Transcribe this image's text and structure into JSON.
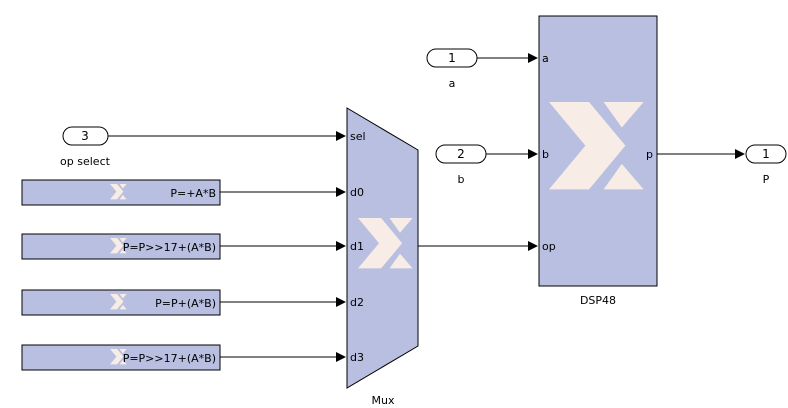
{
  "inports": [
    {
      "number": "1",
      "label": "a"
    },
    {
      "number": "2",
      "label": "b"
    },
    {
      "number": "3",
      "label": "op select"
    }
  ],
  "outports": [
    {
      "number": "1",
      "label": "P"
    }
  ],
  "constants": [
    {
      "text": "P=+A*B"
    },
    {
      "text": "P=P>>17+(A*B)"
    },
    {
      "text": "P=P+(A*B)"
    },
    {
      "text": "P=P>>17+(A*B)"
    }
  ],
  "mux": {
    "name": "Mux",
    "ports": [
      "sel",
      "d0",
      "d1",
      "d2",
      "d3"
    ]
  },
  "dsp": {
    "name": "DSP48",
    "in_ports": [
      "a",
      "b",
      "op"
    ],
    "out_port": "p"
  },
  "colors": {
    "block_fill": "#b8bfe0",
    "logo": "#f7ece6"
  },
  "icons": [
    "xilinx-sigma-logo"
  ]
}
